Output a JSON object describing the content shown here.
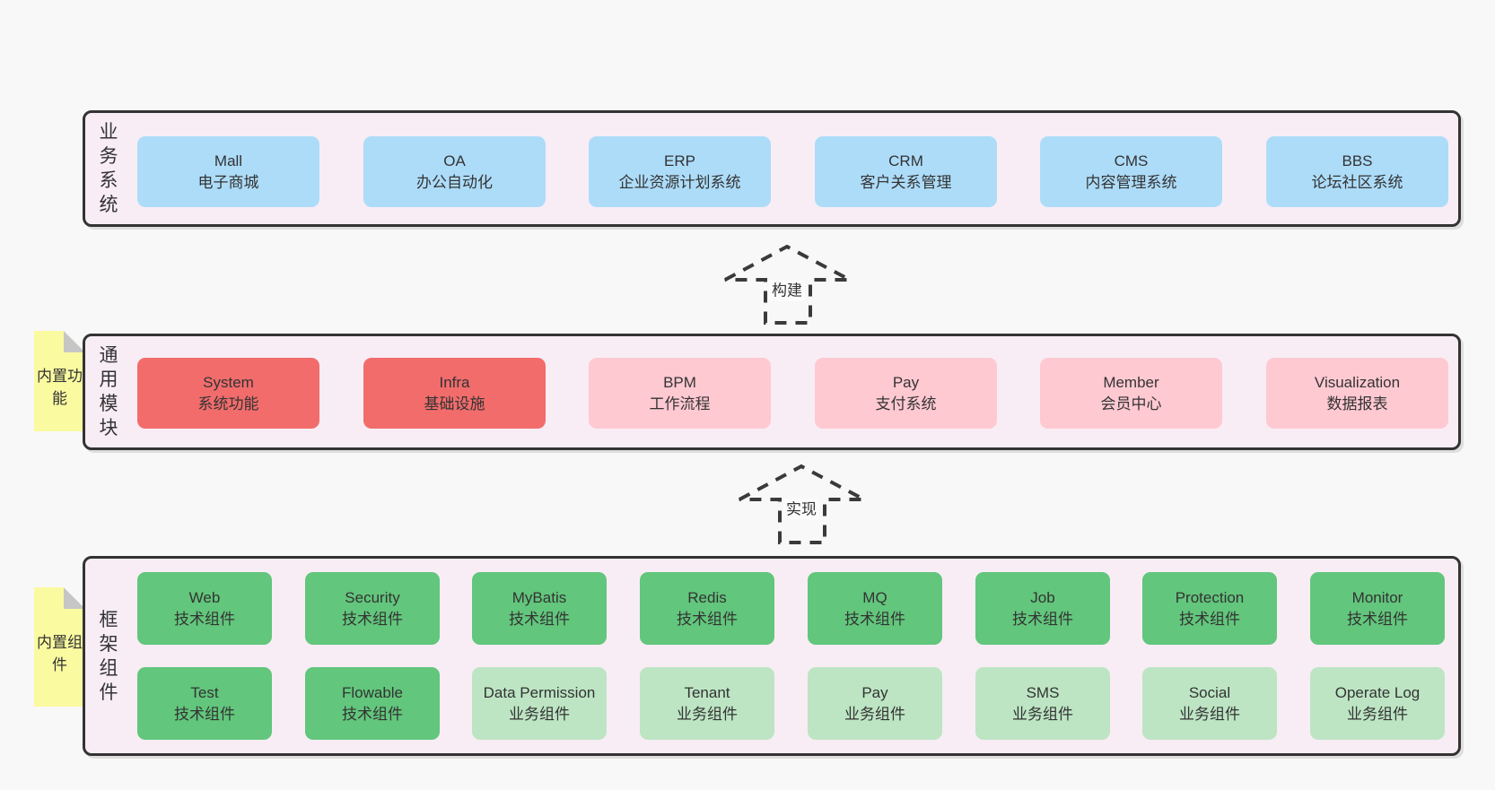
{
  "colors": {
    "page_bg": "#f8f8f8",
    "panel_bg": "#f8edf5",
    "panel_border": "#333333",
    "blue": "#addcf9",
    "red": "#f26c6c",
    "pink": "#ffc9d2",
    "green_dark": "#62c67c",
    "green_light": "#bde5c4",
    "note_yellow": "#fafaa0",
    "note_fold": "#c6c6c6",
    "arrow_stroke": "#3a3a3a",
    "text": "#333333"
  },
  "sections": [
    {
      "label": "业务系统",
      "note": null,
      "rows": [
        [
          {
            "title": "Mall",
            "subtitle": "电子商城",
            "color": "blue"
          },
          {
            "title": "OA",
            "subtitle": "办公自动化",
            "color": "blue"
          },
          {
            "title": "ERP",
            "subtitle": "企业资源计划系统",
            "color": "blue"
          },
          {
            "title": "CRM",
            "subtitle": "客户关系管理",
            "color": "blue"
          },
          {
            "title": "CMS",
            "subtitle": "内容管理系统",
            "color": "blue"
          },
          {
            "title": "BBS",
            "subtitle": "论坛社区系统",
            "color": "blue"
          }
        ]
      ]
    },
    {
      "label": "通用模块",
      "note": "内置功能",
      "rows": [
        [
          {
            "title": "System",
            "subtitle": "系统功能",
            "color": "red"
          },
          {
            "title": "Infra",
            "subtitle": "基础设施",
            "color": "red"
          },
          {
            "title": "BPM",
            "subtitle": "工作流程",
            "color": "pink"
          },
          {
            "title": "Pay",
            "subtitle": "支付系统",
            "color": "pink"
          },
          {
            "title": "Member",
            "subtitle": "会员中心",
            "color": "pink"
          },
          {
            "title": "Visualization",
            "subtitle": "数据报表",
            "color": "pink"
          }
        ]
      ]
    },
    {
      "label": "框架组件",
      "note": "内置组件",
      "rows": [
        [
          {
            "title": "Web",
            "subtitle": "技术组件",
            "color": "green_dark"
          },
          {
            "title": "Security",
            "subtitle": "技术组件",
            "color": "green_dark"
          },
          {
            "title": "MyBatis",
            "subtitle": "技术组件",
            "color": "green_dark"
          },
          {
            "title": "Redis",
            "subtitle": "技术组件",
            "color": "green_dark"
          },
          {
            "title": "MQ",
            "subtitle": "技术组件",
            "color": "green_dark"
          },
          {
            "title": "Job",
            "subtitle": "技术组件",
            "color": "green_dark"
          },
          {
            "title": "Protection",
            "subtitle": "技术组件",
            "color": "green_dark"
          },
          {
            "title": "Monitor",
            "subtitle": "技术组件",
            "color": "green_dark"
          }
        ],
        [
          {
            "title": "Test",
            "subtitle": "技术组件",
            "color": "green_dark"
          },
          {
            "title": "Flowable",
            "subtitle": "技术组件",
            "color": "green_dark"
          },
          {
            "title": "Data Permission",
            "subtitle": "业务组件",
            "color": "green_light"
          },
          {
            "title": "Tenant",
            "subtitle": "业务组件",
            "color": "green_light"
          },
          {
            "title": "Pay",
            "subtitle": "业务组件",
            "color": "green_light"
          },
          {
            "title": "SMS",
            "subtitle": "业务组件",
            "color": "green_light"
          },
          {
            "title": "Social",
            "subtitle": "业务组件",
            "color": "green_light"
          },
          {
            "title": "Operate Log",
            "subtitle": "业务组件",
            "color": "green_light"
          }
        ]
      ]
    }
  ],
  "arrows": [
    {
      "label": "构建"
    },
    {
      "label": "实现"
    }
  ]
}
